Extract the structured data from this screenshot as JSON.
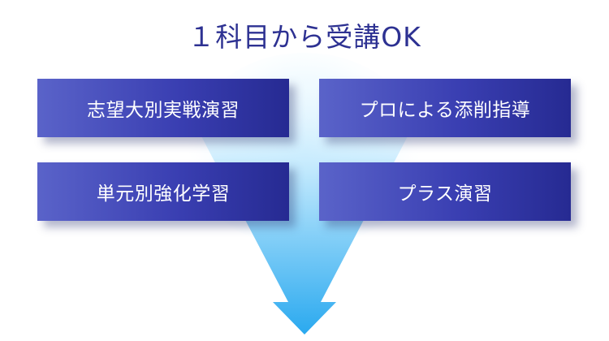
{
  "title": "１科目から受講OK",
  "options": [
    "志望大別実戦演習",
    "プロによる添削指導",
    "単元別強化学習",
    "プラス演習"
  ],
  "colors": {
    "title": "#2d3192",
    "card_start": "#5a63c9",
    "card_end": "#262a92",
    "flow_top": "#e8f7ff",
    "flow_bottom": "#2aa9ef"
  },
  "icon": "down-arrow-icon"
}
